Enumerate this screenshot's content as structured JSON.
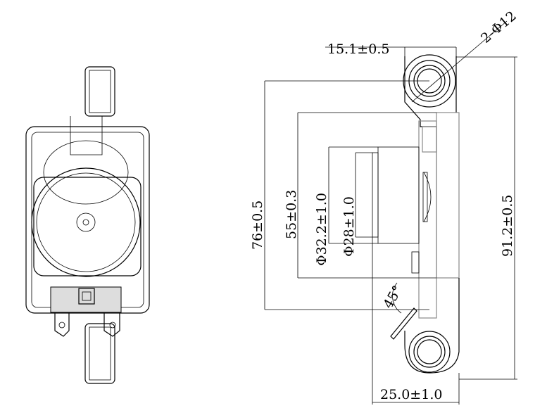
{
  "dimensions": {
    "hole": "2-Φ12",
    "lug_offset": "15.1±0.5",
    "mount_pitch": "76±0.5",
    "frame_height": "55±0.3",
    "outer_dia": "Φ32.2±1.0",
    "inner_dia": "Φ28±1.0",
    "overall_length": "91.2±0.5",
    "depth": "25.0±1.0",
    "angle": "45°"
  }
}
